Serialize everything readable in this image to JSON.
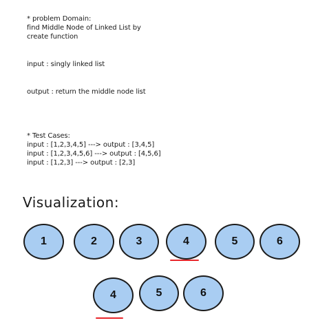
{
  "notes": {
    "problem_domain": [
      "* problem Domain:",
      "find Middle Node of Linked List by",
      "create function"
    ],
    "input_desc": "input : singly linked list",
    "output_desc": "output : return the middle node list",
    "test_cases": [
      "* Test Cases:",
      "input : [1,2,3,4,5] ---> output : [3,4,5]",
      "input : [1,2,3,4,5,6] ---> output : [4,5,6]",
      "input : [1,2,3] ---> output : [2,3]"
    ]
  },
  "visualization": {
    "heading": "Visualization:",
    "list_nodes": [
      "1",
      "2",
      "3",
      "4",
      "5",
      "6"
    ],
    "middle_nodes": [
      "4",
      "5",
      "6"
    ],
    "underline_color": "#e8262b",
    "node_fill": "#a9cdf2"
  }
}
